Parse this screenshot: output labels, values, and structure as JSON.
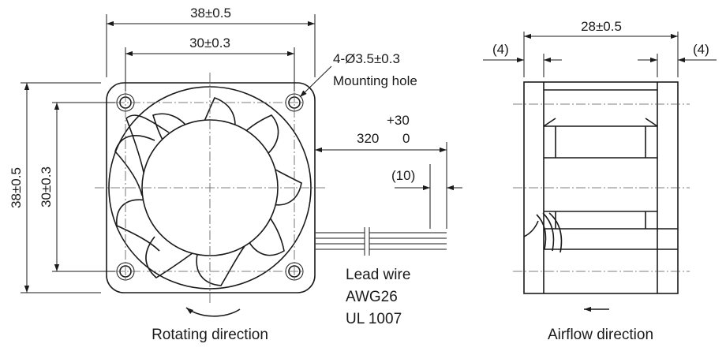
{
  "front_view": {
    "dim_top_outer": "38±0.5",
    "dim_top_inner": "30±0.3",
    "dim_left_outer": "38±0.5",
    "dim_left_inner": "30±0.3",
    "mounting_hole_spec": "4-Ø3.5±0.3",
    "mounting_hole_label": "Mounting hole",
    "wire_length_tolerance": "+30",
    "wire_length_nominal": "320",
    "wire_length_tolerance_lower": "0",
    "strip_length": "(10)",
    "lead_wire_line1": "Lead wire",
    "lead_wire_line2": "AWG26",
    "lead_wire_line3": "UL 1007",
    "caption": "Rotating direction"
  },
  "side_view": {
    "dim_width": "28±0.5",
    "dim_flange_left": "(4)",
    "dim_flange_right": "(4)",
    "caption": "Airflow direction"
  }
}
